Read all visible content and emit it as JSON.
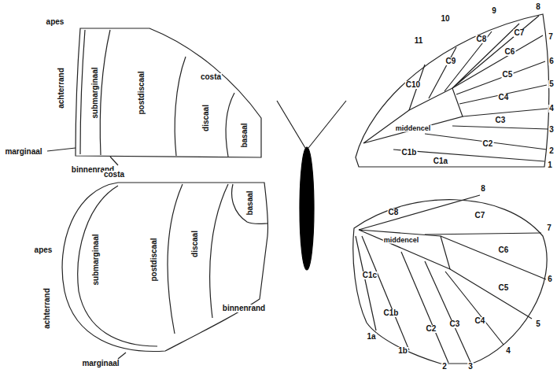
{
  "diagram": {
    "labels": [
      "apes",
      "costa",
      "achterrand",
      "submarginaal",
      "postdiscaal",
      "discaal",
      "basaal",
      "marginaal",
      "binnenrand",
      "costa",
      "apes",
      "submarginaal",
      "postdiscaal",
      "discaal",
      "basaal",
      "binnenrand",
      "achterrand",
      "marginaal",
      "11",
      "10",
      "9",
      "8",
      "7",
      "6",
      "5",
      "4",
      "3",
      "2",
      "1",
      "C1a",
      "C1b",
      "C2",
      "C3",
      "C4",
      "C5",
      "C6",
      "C7",
      "C8",
      "C9",
      "C10",
      "middencel",
      "8",
      "7",
      "6",
      "5",
      "4",
      "3",
      "2",
      "1b",
      "1a",
      "C8",
      "C7",
      "C6",
      "C5",
      "C4",
      "C3",
      "C2",
      "C1c",
      "C1b",
      "middencel"
    ]
  }
}
